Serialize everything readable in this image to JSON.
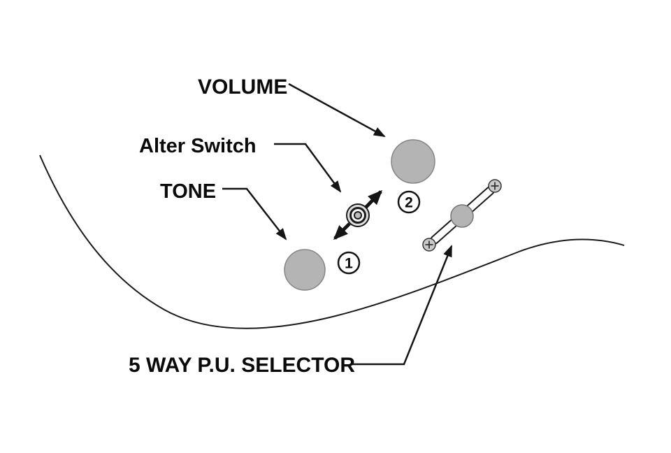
{
  "diagram": {
    "labels": {
      "volume": "VOLUME",
      "alter_switch": "Alter Switch",
      "tone": "TONE",
      "selector": "5 WAY P.U. SELECTOR"
    },
    "positions": {
      "pos1": "1",
      "pos2": "2"
    },
    "components": {
      "volume_knob": "volume knob",
      "tone_knob": "tone knob",
      "alter_switch": "alter switch button",
      "pickup_selector": "5-way pickup selector lever"
    },
    "colors": {
      "knob_gray": "#b4b4b4",
      "line_black": "#141414",
      "background": "#ffffff"
    }
  }
}
